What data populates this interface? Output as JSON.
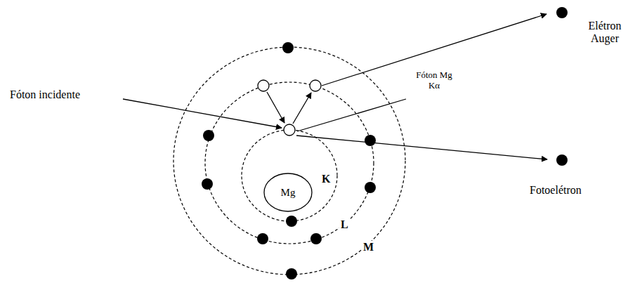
{
  "diagram": {
    "nodes": [
      {
        "text": [
          "Mg"
        ]
      }
    ],
    "labels": [
      "Elétron Auger",
      "Fóton Mg Kα",
      "Fóton incidente",
      "K",
      "L",
      "M",
      "Fotoelétron"
    ]
  }
}
